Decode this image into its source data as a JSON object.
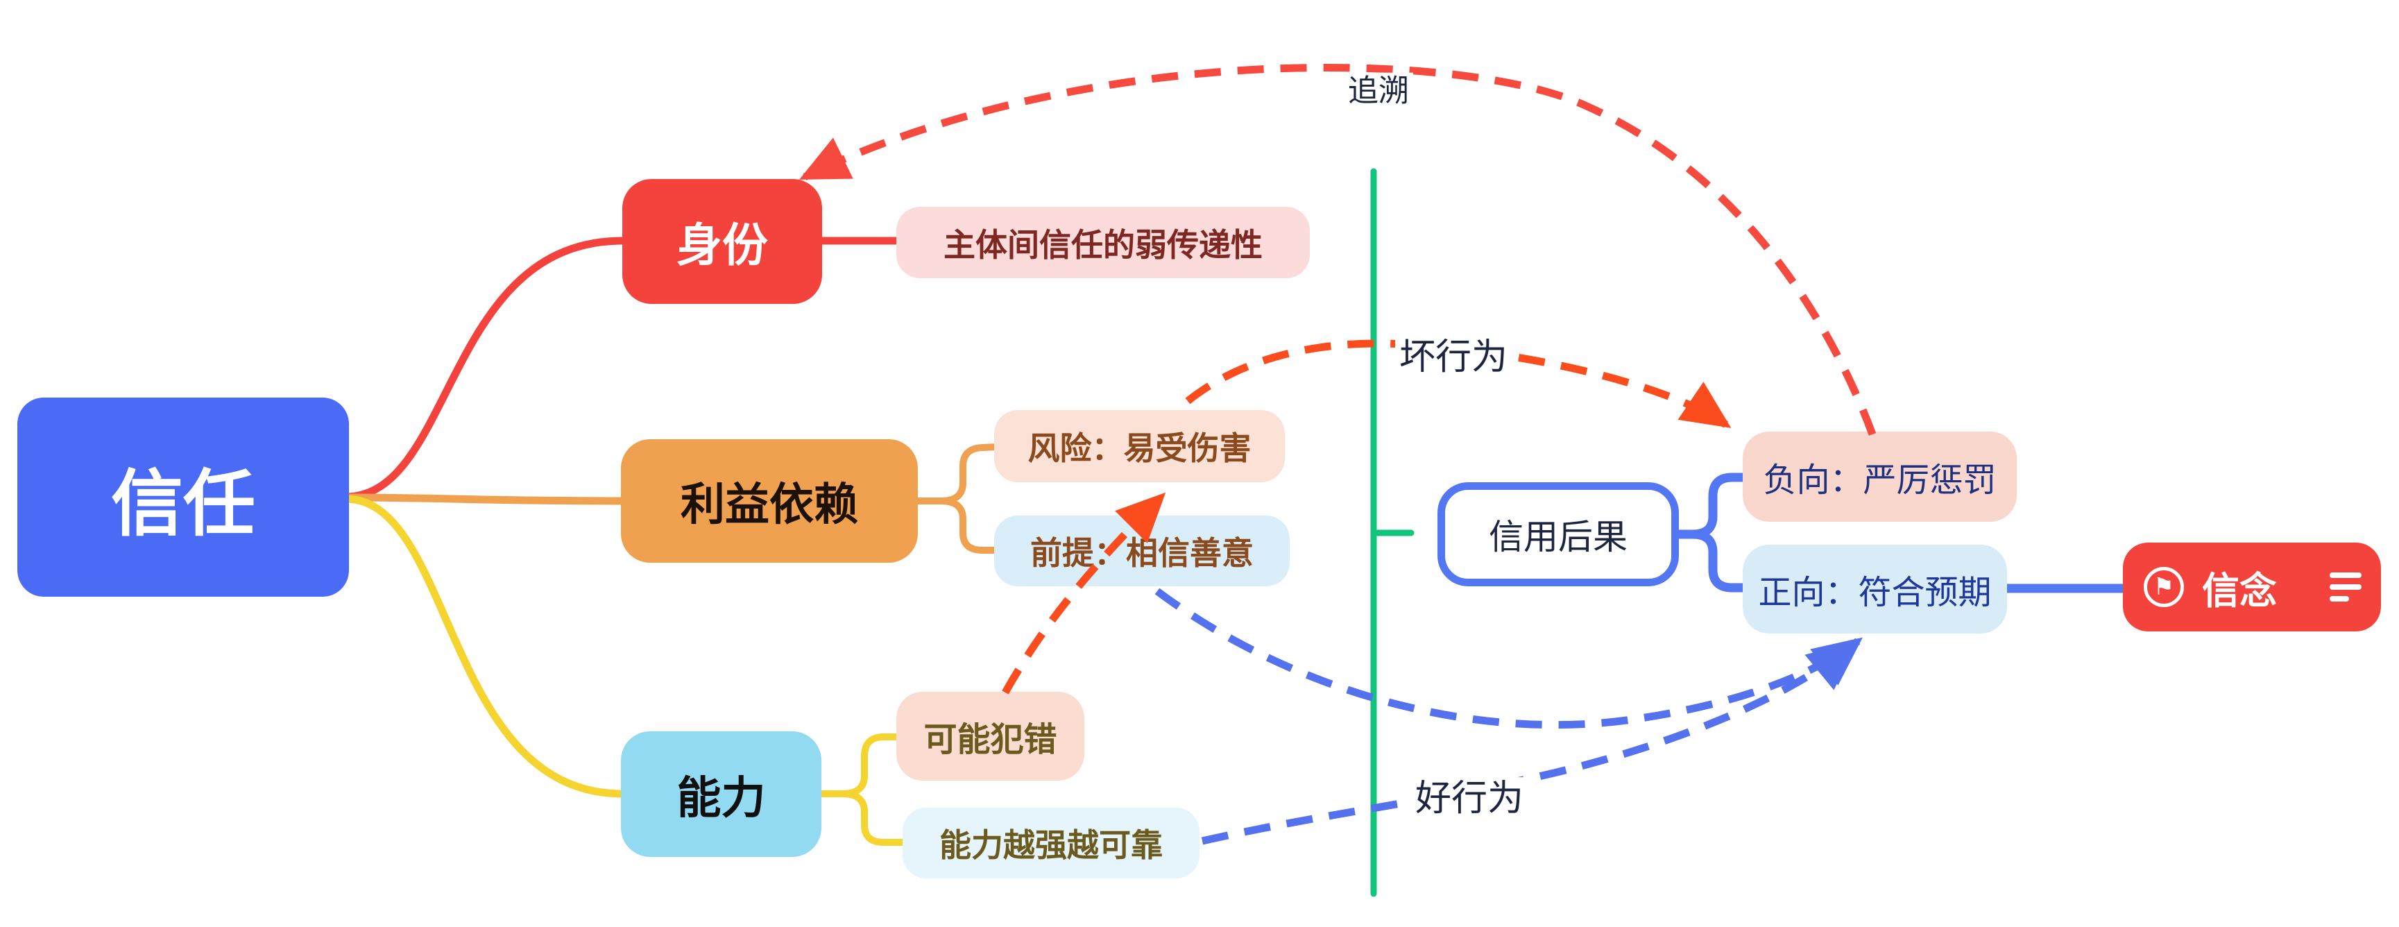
{
  "diagram": {
    "type": "mind-map",
    "background": "#ffffff"
  },
  "nodes": {
    "trust": {
      "label": "信任"
    },
    "identity": {
      "label": "身份"
    },
    "identity_note": {
      "label": "主体间信任的弱传递性"
    },
    "interest": {
      "label": "利益依赖"
    },
    "risk": {
      "label": "风险：易受伤害"
    },
    "premise": {
      "label": "前提：相信善意"
    },
    "ability": {
      "label": "能力"
    },
    "may_err": {
      "label": "可能犯错"
    },
    "stronger": {
      "label": "能力越强越可靠"
    },
    "credit": {
      "label": "信用后果"
    },
    "negative": {
      "label": "负向：严厉惩罚"
    },
    "positive": {
      "label": "正向：符合预期"
    },
    "belief": {
      "label": "信念"
    }
  },
  "relationships": {
    "trace": {
      "label": "追溯",
      "from": "negative",
      "to": "identity",
      "style": "red-dashed"
    },
    "bad": {
      "label": "坏行为",
      "from": "risk",
      "to": "negative",
      "style": "orange-red-dashed"
    },
    "err_to_risk": {
      "label": "",
      "from": "may_err",
      "to": "risk",
      "style": "orange-red-dashed"
    },
    "premise_to_positive": {
      "label": "",
      "from": "premise",
      "to": "positive",
      "style": "blue-dashed"
    },
    "good": {
      "label": "好行为",
      "from": "stronger",
      "to": "positive",
      "style": "blue-dashed"
    }
  },
  "icons": {
    "belief_flag": "flag-icon",
    "belief_flag_glyph": "⚑",
    "belief_notes": "notes-icon"
  },
  "colors": {
    "root_fill": "#4a6bf5",
    "branch_red": "#f4433d",
    "branch_orange": "#f0a14f",
    "branch_yellow": "#f6d42f",
    "bracket_blue": "#5376f2",
    "identity_note_fill": "#fbdcda",
    "risk_fill": "#fce1d6",
    "premise_fill": "#d9eef8",
    "ability_fill": "#92d9f2",
    "may_err_fill": "#fbdcd0",
    "stronger_fill": "#e6f4fb",
    "negative_fill": "#fad7cc",
    "positive_fill": "#d8ecf8",
    "belief_fill": "#f4433d",
    "divider_green": "#12c57d",
    "relation_red": "#f74a3f",
    "relation_orange_red": "#fb4c1d",
    "relation_blue": "#5472ee",
    "relation_label_color": "#1d2440"
  }
}
